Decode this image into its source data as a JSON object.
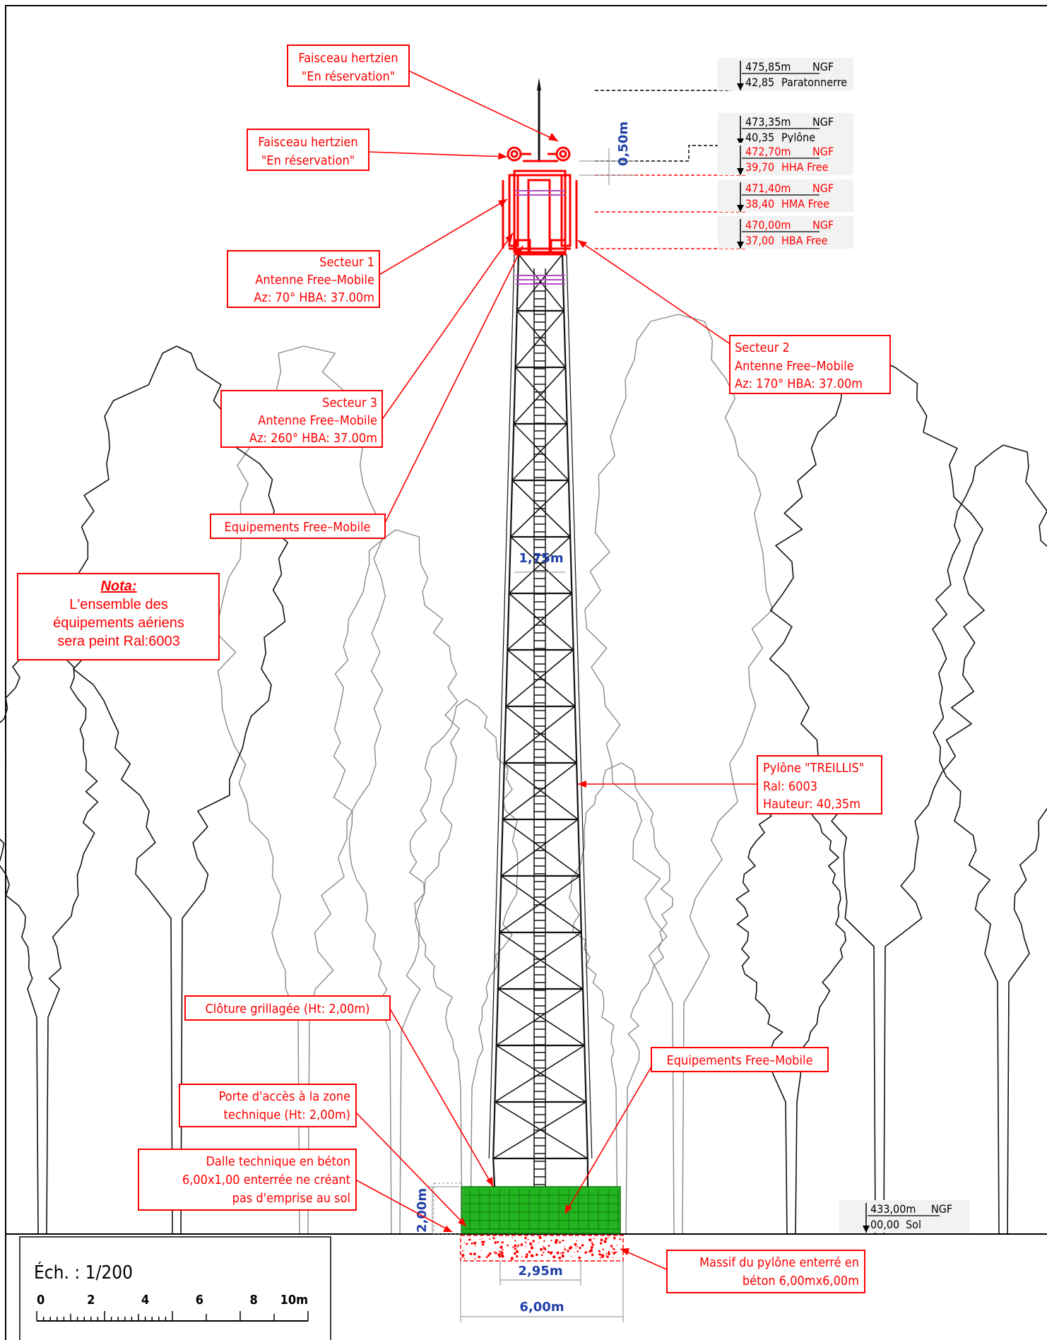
{
  "colors": {
    "red": "#ff0000",
    "blue": "#1f3fa8",
    "green": "#22b51f",
    "black": "#000000",
    "grey": "#8a8a8a",
    "violet": "#b04cc2"
  },
  "callouts": {
    "faisceau_top": [
      "Faisceau hertzien",
      "\"En réservation\""
    ],
    "faisceau_mid": [
      "Faisceau hertzien",
      "\"En réservation\""
    ],
    "secteur1": [
      "Secteur 1",
      "Antenne Free–Mobile",
      "Az: 70° HBA: 37.00m"
    ],
    "secteur3": [
      "Secteur 3",
      "Antenne Free–Mobile",
      "Az: 260° HBA: 37.00m"
    ],
    "equip_upper": [
      "Equipements Free–Mobile"
    ],
    "secteur2": [
      "Secteur 2",
      "Antenne Free–Mobile",
      "Az: 170° HBA: 37.00m"
    ],
    "pylone": [
      "Pylône \"TREILLIS\"",
      "Ral: 6003",
      "Hauteur: 40,35m"
    ],
    "cloture": [
      "Clôture grillagée (Ht: 2,00m)"
    ],
    "porte": [
      "Porte d'accès à la zone",
      "technique (Ht: 2,00m)"
    ],
    "dalle": [
      "Dalle technique en béton",
      "6,00x1,00 enterrée ne créant",
      "pas d'emprise au sol"
    ],
    "equip_lower": [
      "Equipements Free–Mobile"
    ],
    "massif": [
      "Massif du pylône enterré en",
      "béton 6,00mx6,00m"
    ]
  },
  "nota": {
    "title": "Nota:",
    "lines": [
      "L'ensemble des",
      "équipements aériens",
      "sera peint Ral:6003"
    ]
  },
  "levels": [
    {
      "ngf": "475,85m",
      "ngf_unit": "NGF",
      "rel": "42,85",
      "label": "Paratonnerre"
    },
    {
      "ngf": "473,35m",
      "ngf_unit": "NGF",
      "rel": "40,35",
      "label": "Pylône"
    },
    {
      "ngf": "472,70m",
      "ngf_unit": "NGF",
      "rel": "39,70",
      "label": "HHA Free"
    },
    {
      "ngf": "471,40m",
      "ngf_unit": "NGF",
      "rel": "38,40",
      "label": "HMA Free"
    },
    {
      "ngf": "470,00m",
      "ngf_unit": "NGF",
      "rel": "37,00",
      "label": "HBA Free"
    }
  ],
  "ground_level": {
    "ngf": "433,00m",
    "ngf_unit": "NGF",
    "rel": "00,00",
    "label": "Sol"
  },
  "dimensions": {
    "top_offset": "0,50m",
    "tower_width": "1,75m",
    "fence_height": "2,00m",
    "inner_width": "2,95m",
    "outer_width": "6,00m"
  },
  "scale": {
    "title": "Éch. : 1/200",
    "ticks": [
      "0",
      "2",
      "4",
      "6",
      "8",
      "10m"
    ]
  }
}
